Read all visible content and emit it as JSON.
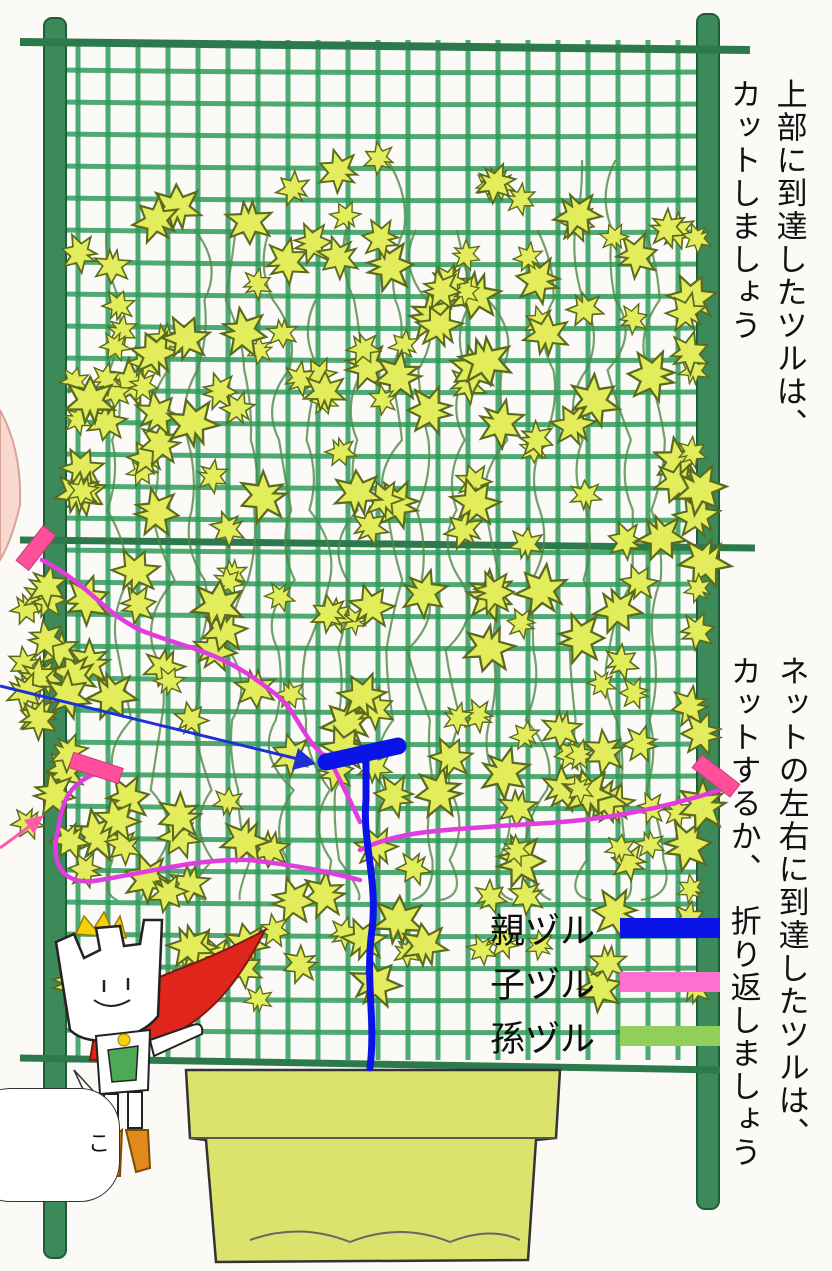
{
  "annotations": {
    "top_note_line1": "上部に到達したツルは、",
    "top_note_line2": "カットしましょう",
    "side_note_line1": "ネットの左右に到達したツルは、",
    "side_note_line2": "カットするか、",
    "side_note_line3": "折り返しましょう"
  },
  "legend": [
    {
      "label": "親ヅル",
      "color": "#0b14e8"
    },
    {
      "label": "子ヅル",
      "color": "#ff6fd0"
    },
    {
      "label": "孫ヅル",
      "color": "#8fcf5a"
    }
  ],
  "speech_bubble": {
    "text": "こ"
  },
  "colors": {
    "net": "#2f9a5a",
    "pole": "#2c7a4c",
    "leaf": "#e3ec5a",
    "planter": "#d9e26b",
    "parent_vine": "#0b14e8",
    "child_vine": "#e23be0",
    "cut_marker": "#ff4f9a"
  },
  "icons": {
    "mascot": "castle-mascot-icon",
    "crown": "crown-icon",
    "cape": "red-cape-icon"
  }
}
